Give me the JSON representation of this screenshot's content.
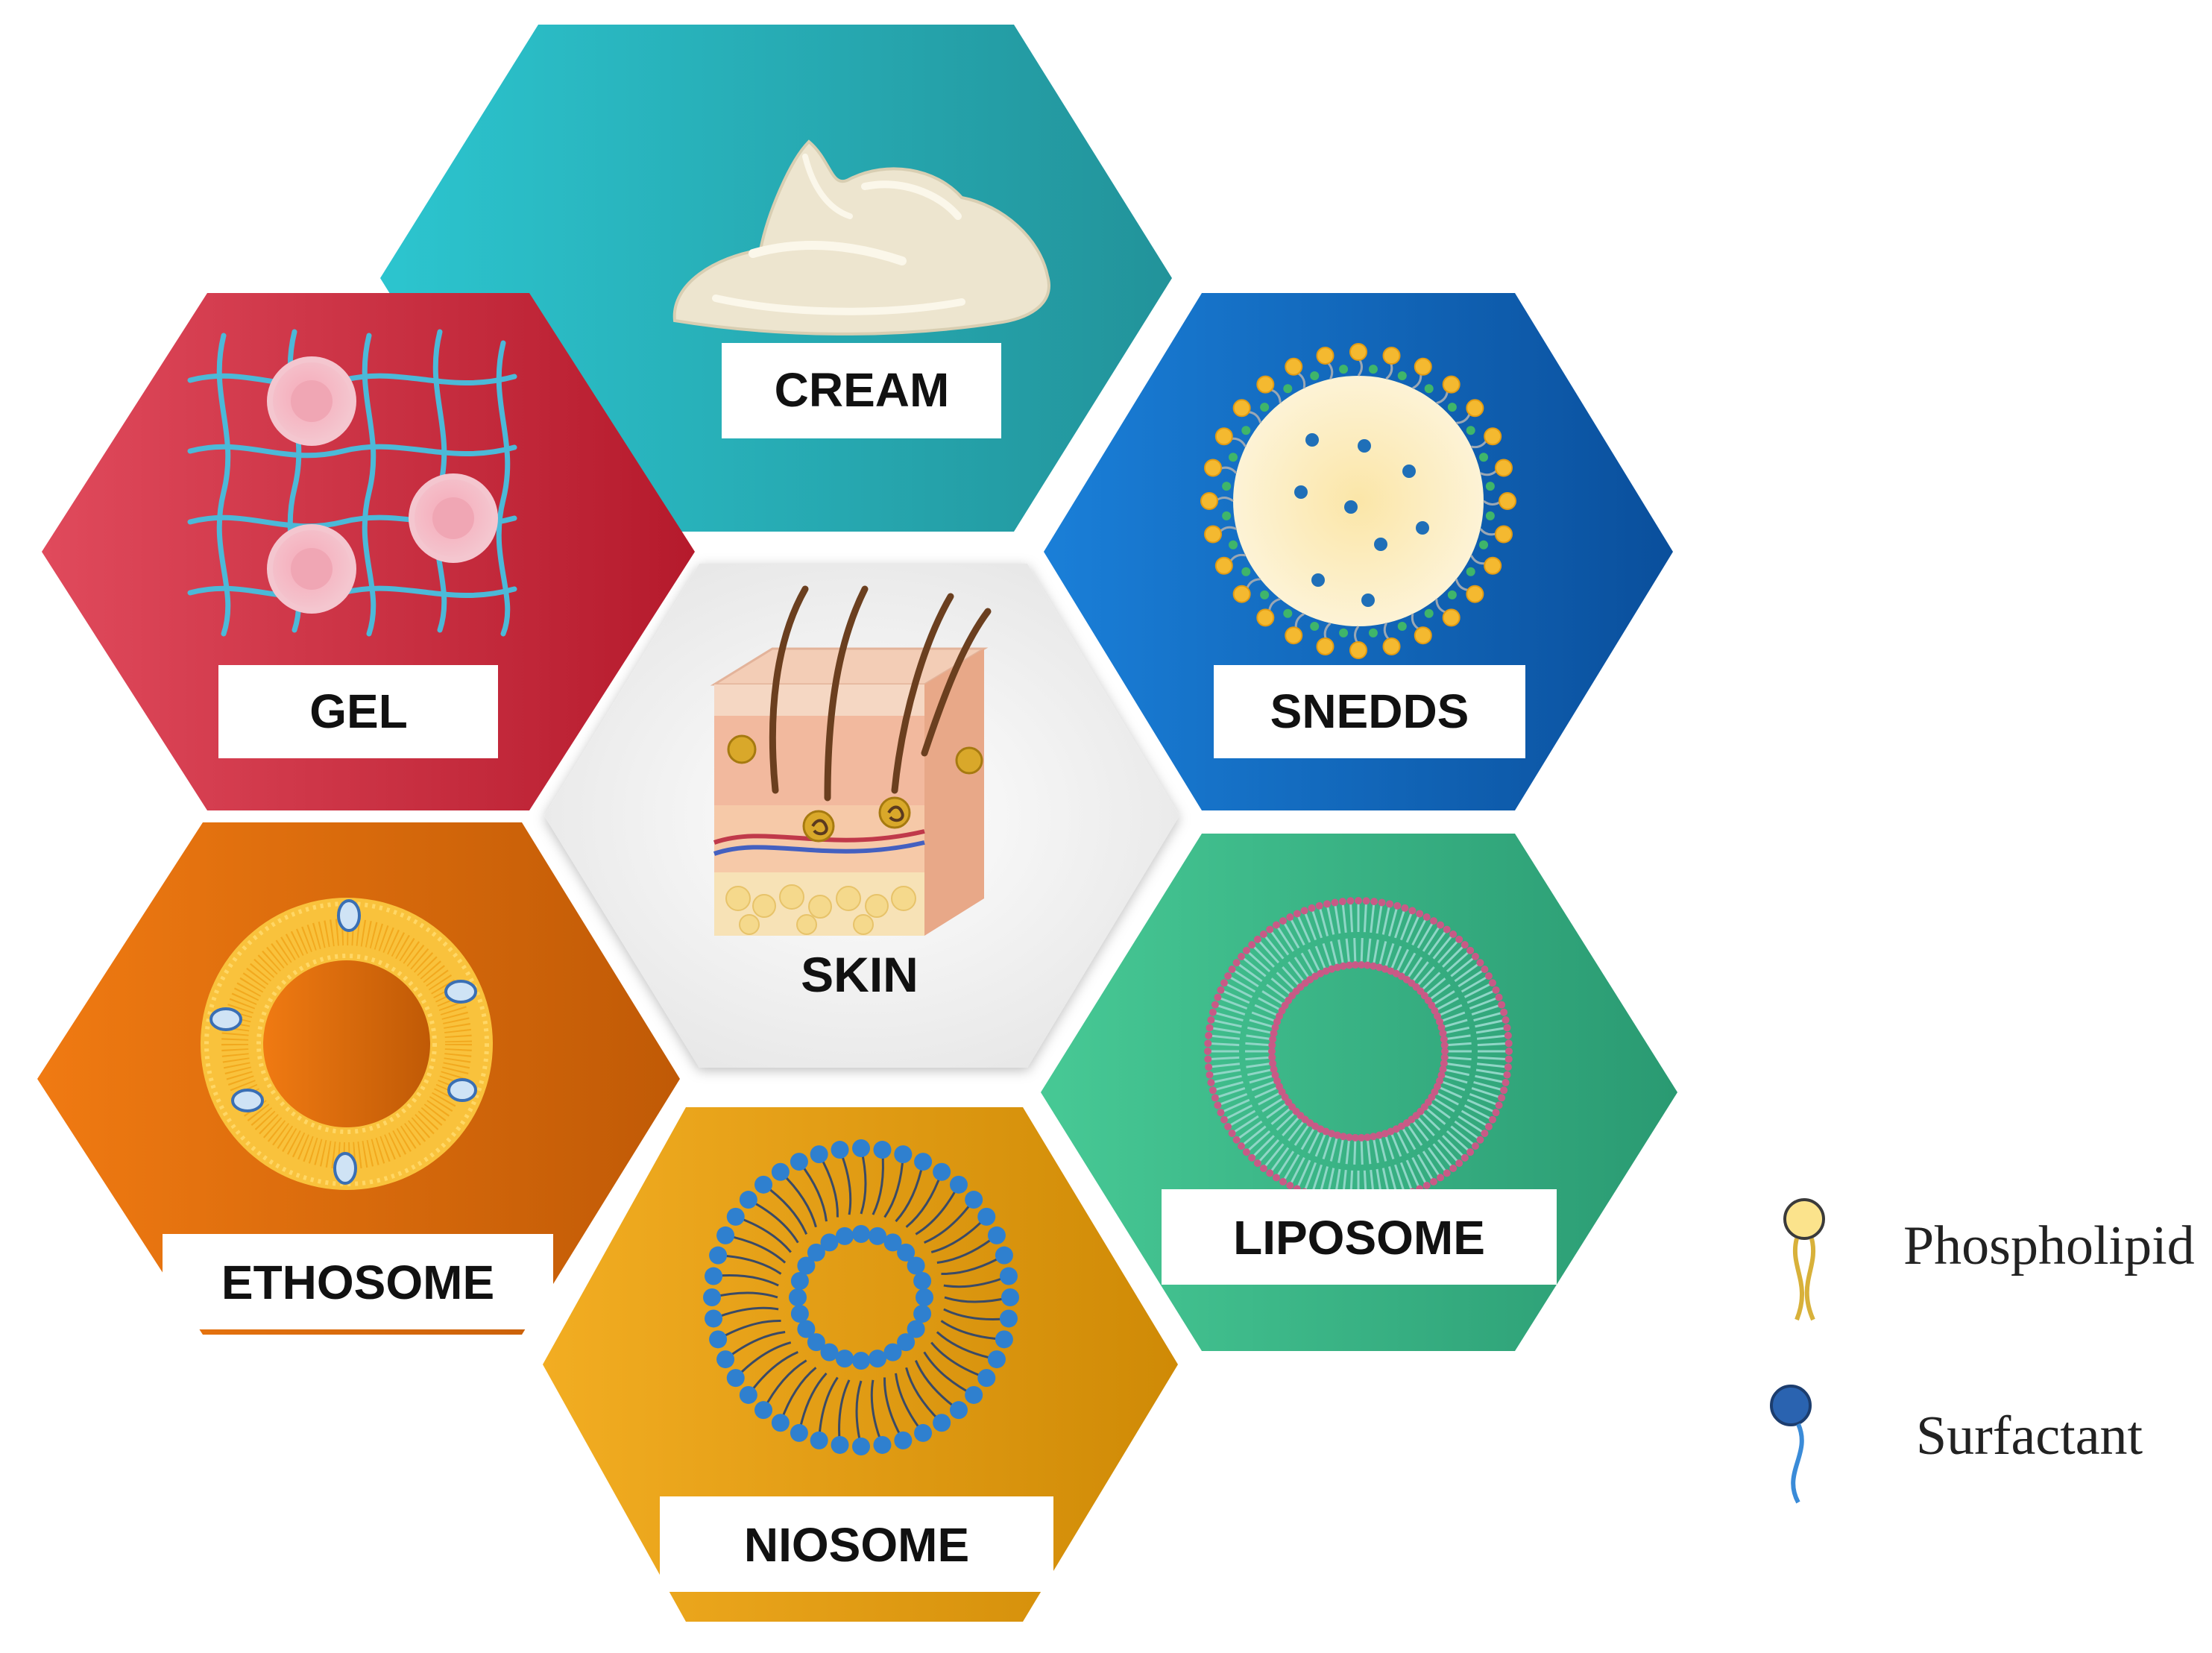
{
  "center": {
    "label": "SKIN"
  },
  "cells": [
    {
      "id": "cream",
      "label": "CREAM"
    },
    {
      "id": "gel",
      "label": "GEL"
    },
    {
      "id": "snedds",
      "label": "SNEDDS"
    },
    {
      "id": "ethosome",
      "label": "ETHOSOME"
    },
    {
      "id": "liposome",
      "label": "LIPOSOME"
    },
    {
      "id": "niosome",
      "label": "NIOSOME"
    }
  ],
  "colors": {
    "cream": [
      "#2cc5cf",
      "#22939a"
    ],
    "gel": [
      "#e04a5c",
      "#b51a2c"
    ],
    "snedds": [
      "#1a7fd8",
      "#0a4f9c"
    ],
    "ethosome": [
      "#f07a12",
      "#c05a06"
    ],
    "liposome": [
      "#47c995",
      "#2a9a72"
    ],
    "niosome": [
      "#f2ad22",
      "#cf8a06"
    ],
    "skin": [
      "#ffffff",
      "#e9e9e9"
    ]
  },
  "legend": {
    "phospholipid": "Phospholipid",
    "surfactant": "Surfactant"
  }
}
